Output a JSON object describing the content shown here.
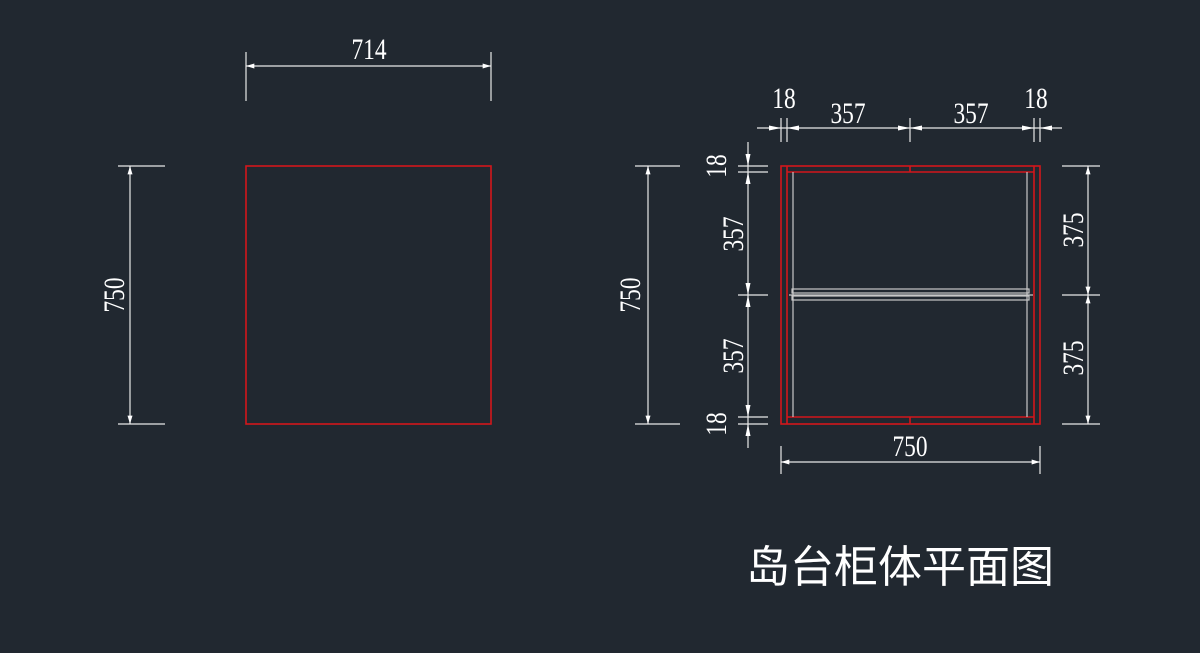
{
  "drawing": {
    "title": "岛台柜体平面图",
    "side_view": {
      "width_label": "714",
      "height_label": "750"
    },
    "plan_view": {
      "top_dims": [
        "18",
        "357",
        "357",
        "18"
      ],
      "left_dims": [
        "18",
        "357",
        "357",
        "18"
      ],
      "overall_height_label": "750",
      "right_dims": [
        "375",
        "375"
      ],
      "bottom_width_label": "750"
    },
    "colors": {
      "background": "#212830",
      "cabinet_outline": "#d3161b",
      "dimension_lines": "#e8e8e8"
    }
  }
}
